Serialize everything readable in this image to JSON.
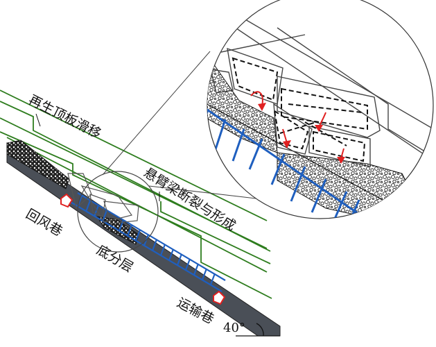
{
  "labels": {
    "regrown_roof_slip": "再生顶板滑移",
    "cantilever_break": "悬臂梁断裂与形成",
    "return_airway": "回风巷",
    "bottom_layer": "底分层",
    "haulage_roadway": "运输巷",
    "angle": "40°"
  },
  "colors": {
    "strata_green": "#2e7d1e",
    "support_blue": "#1f5fbf",
    "rotation_red": "#e02020",
    "rock_dark": "#111111",
    "floor_gray": "#4a4f57"
  }
}
